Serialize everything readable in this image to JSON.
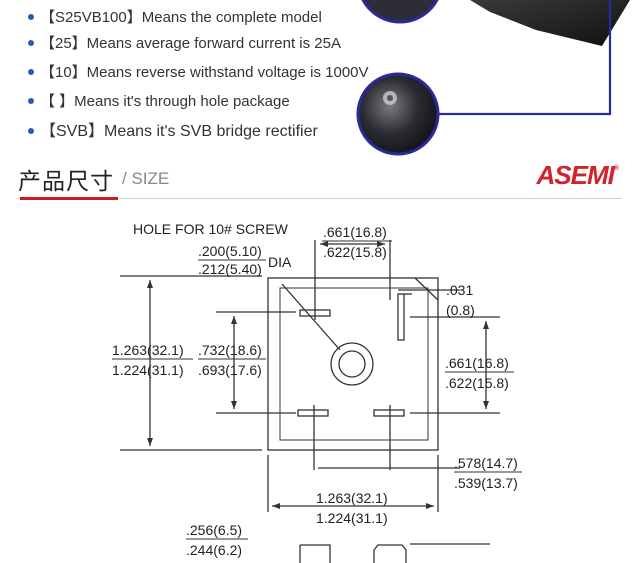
{
  "bullets": [
    "【S25VB100】Means the complete model",
    "【25】Means average forward current is 25A",
    "【10】Means reverse withstand voltage is 1000V",
    "【    】Means it's through hole package",
    "【SVB】Means it's SVB bridge rectifier"
  ],
  "section": {
    "title_cn": "产品尺寸",
    "title_en": "/ SIZE"
  },
  "logo": {
    "text": "ASEMI",
    "reg": "®"
  },
  "drawing": {
    "hole_label": "HOLE FOR 10# SCREW",
    "hole_dia_max": ".200(5.10)",
    "hole_dia_min": ".212(5.40)",
    "dia": "DIA",
    "top_pin_max": ".661(16.8)",
    "top_pin_min": ".622(15.8)",
    "lead_thk_max": ".031",
    "lead_thk_min": "(0.8)",
    "body_h_max": "1.263(32.1)",
    "body_h_min": "1.224(31.1)",
    "pin_v_max": ".732(18.6)",
    "pin_v_min": ".693(17.6)",
    "right_pin_max": ".661(16.8)",
    "right_pin_min": ".622(15.8)",
    "lead_len_max": ".578(14.7)",
    "lead_len_min": ".539(13.7)",
    "body_w_max": "1.263(32.1)",
    "body_w_min": "1.224(31.1)",
    "thk_max": ".256(6.5)",
    "thk_min": ".244(6.2)"
  },
  "colors": {
    "bullet_dot": "#1f5fb3",
    "accent_red": "#c81d25",
    "callout_blue": "#2a2a9a"
  }
}
